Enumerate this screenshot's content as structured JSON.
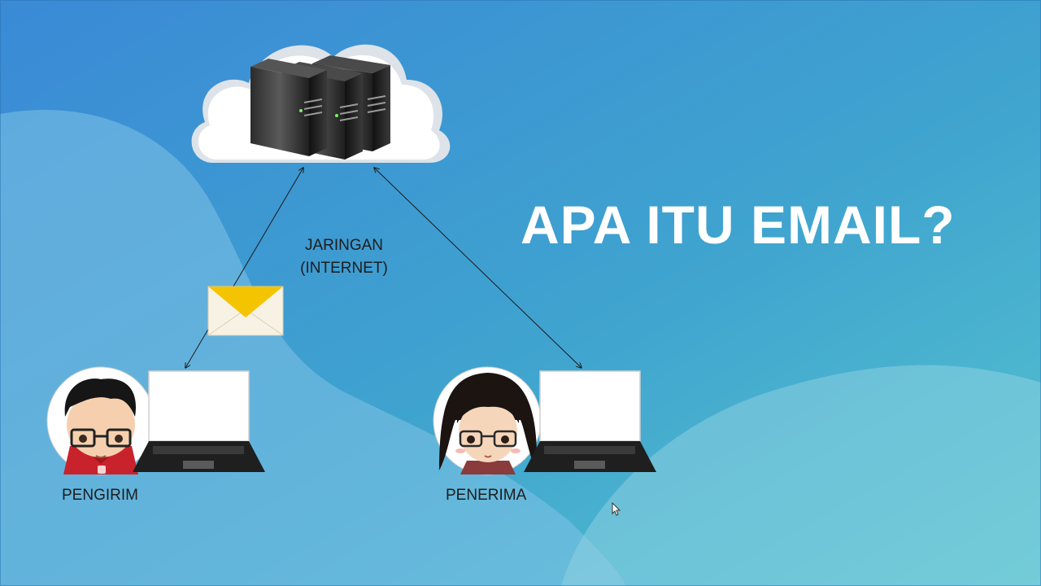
{
  "slide": {
    "title": "APA ITU EMAIL?",
    "network_label_line1": "JARINGAN",
    "network_label_line2": "(INTERNET)",
    "sender_label": "PENGIRIM",
    "receiver_label": "PENERIMA"
  },
  "icons": {
    "cloud": "cloud-server-icon",
    "envelope": "envelope-icon",
    "sender_avatar": "male-avatar-icon",
    "receiver_avatar": "female-avatar-icon",
    "laptop": "laptop-icon"
  },
  "colors": {
    "background_top": "#3a8fd4",
    "background_bottom": "#5cc4cf",
    "title": "#ffffff",
    "envelope_flap": "#f5c400",
    "label_text": "#1d1d1d"
  }
}
